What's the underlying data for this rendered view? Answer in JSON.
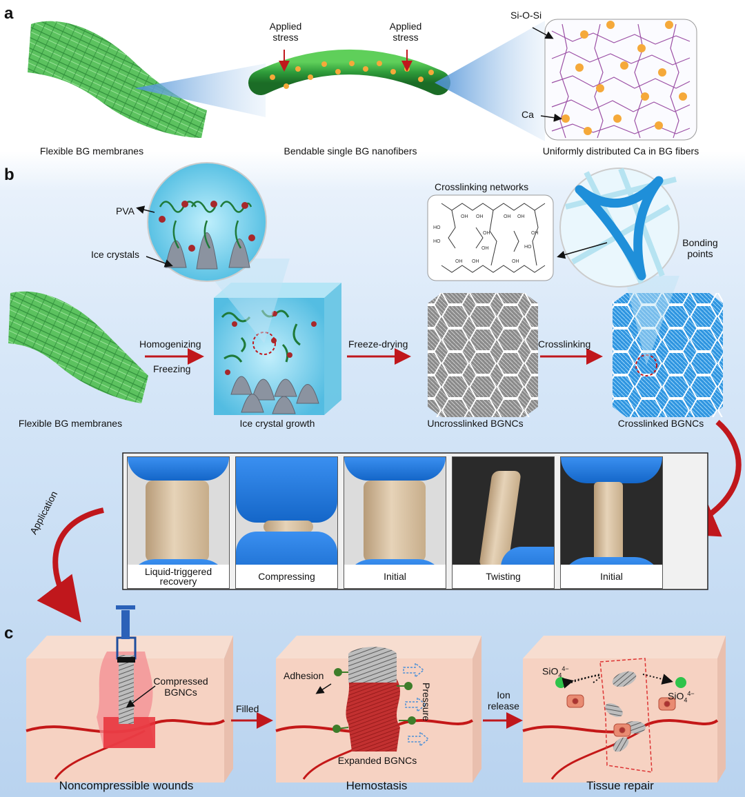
{
  "panels": {
    "a": "a",
    "b": "b",
    "c": "c"
  },
  "panel_a": {
    "labels": {
      "applied_stress_1": "Applied stress",
      "applied_stress_2": "Applied stress",
      "si_o_si": "Si-O-Si",
      "ca": "Ca"
    },
    "captions": {
      "membranes": "Flexible BG membranes",
      "nanofibers": "Bendable single BG nanofibers",
      "ca_distribution": "Uniformly distributed Ca in BG fibers"
    }
  },
  "panel_b": {
    "labels": {
      "pva": "PVA",
      "ice_crystals": "Ice crystals",
      "crosslinking_networks": "Crosslinking networks",
      "bonding_points": "Bonding points"
    },
    "arrows": {
      "homogenizing": "Homogenizing",
      "freezing": "Freezing",
      "freeze_drying": "Freeze-drying",
      "crosslinking": "Crosslinking",
      "application": "Application"
    },
    "captions": {
      "membranes": "Flexible BG membranes",
      "ice_growth": "Ice crystal growth",
      "uncrosslinked": "Uncrosslinked BGNCs",
      "crosslinked": "Crosslinked BGNCs"
    },
    "photos": [
      "Liquid-triggered recovery",
      "Compressing",
      "Initial",
      "Twisting",
      "Initial"
    ]
  },
  "panel_c": {
    "labels": {
      "compressed": "Compressed BGNCs",
      "filled": "Filled",
      "adhesion": "Adhesion",
      "pressure": "Pressure",
      "expanded": "Expanded BGNCs",
      "ion_release": "Ion release",
      "sio4_left": "SiO",
      "sio4_right": "SiO",
      "sio4_sub": "4",
      "sio4_sup": "4−"
    },
    "captions": {
      "wounds": "Noncompressible wounds",
      "hemostasis": "Hemostasis",
      "tissue_repair": "Tissue repair"
    }
  },
  "colors": {
    "fiber_green": "#3fae4a",
    "ca_orange": "#f5a93a",
    "ice_blue": "#7fd3ea",
    "bgnc_blue": "#2f95e0",
    "arrow_red": "#c0171c",
    "tissue": "#f6d2c2",
    "vessel": "#c41818"
  }
}
